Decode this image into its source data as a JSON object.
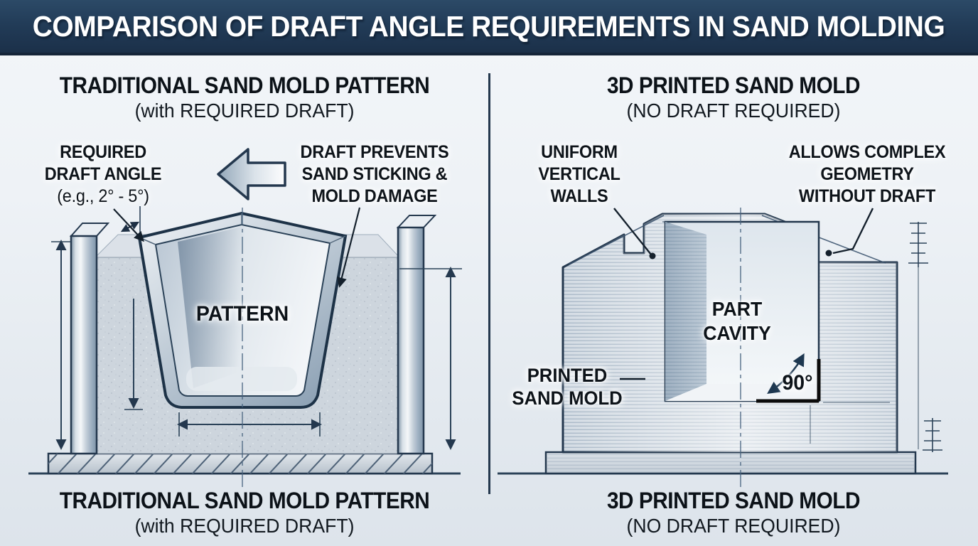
{
  "title": "COMPARISON OF DRAFT ANGLE REQUIREMENTS IN SAND MOLDING",
  "left": {
    "heading": {
      "title": "TRADITIONAL SAND MOLD PATTERN",
      "subtitle": "(with REQUIRED DRAFT)"
    },
    "caption": {
      "title": "TRADITIONAL SAND MOLD PATTERN",
      "subtitle": "(with REQUIRED DRAFT)"
    },
    "annotations": {
      "draft_angle": {
        "lines": [
          "REQUIRED",
          "DRAFT ANGLE"
        ],
        "example": "(e.g., 2° - 5°)"
      },
      "draft_benefit": {
        "lines": [
          "DRAFT PREVENTS",
          "SAND STICKING &",
          "MOLD DAMAGE"
        ]
      }
    },
    "part_label": "PATTERN"
  },
  "right": {
    "heading": {
      "title": "3D PRINTED SAND MOLD",
      "subtitle": "(NO DRAFT REQUIRED)"
    },
    "caption": {
      "title": "3D PRINTED SAND MOLD",
      "subtitle": "(NO DRAFT REQUIRED)"
    },
    "annotations": {
      "uniform_walls": {
        "lines": [
          "UNIFORM",
          "VERTICAL",
          "WALLS"
        ]
      },
      "complex_geometry": {
        "lines": [
          "ALLOWS COMPLEX",
          "GEOMETRY",
          "WITHOUT DRAFT"
        ]
      },
      "mold_label": {
        "lines": [
          "PRINTED",
          "SAND MOLD"
        ]
      },
      "cavity_label": {
        "lines": [
          "PART",
          "CAVITY"
        ]
      },
      "angle_value": "90°"
    }
  },
  "icons": {
    "pull_direction_arrow": "left-block-arrow",
    "dimension_arrows": "double-headed-arrow",
    "centerline": "dash-dot-line"
  },
  "colors": {
    "banner": "#20384f",
    "banner_text": "#ffffff",
    "outline": "#24384e",
    "label_text": "#10161c",
    "sand": "#ccd4dc",
    "metal_light": "#eef2f6",
    "metal_shadow": "#8fa2b4",
    "background_top": "#f2f5f8",
    "background_bottom": "#dde4eb"
  }
}
